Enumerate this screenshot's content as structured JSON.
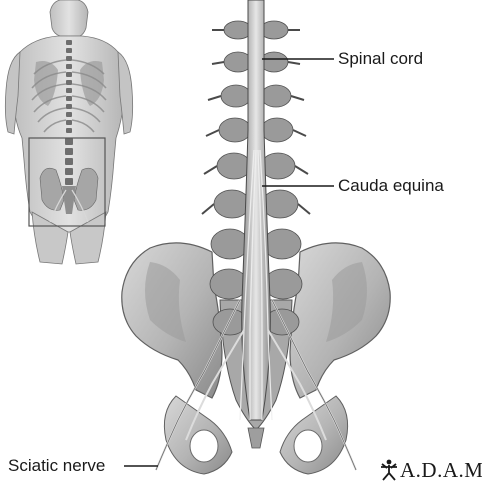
{
  "labels": {
    "spinal_cord": "Spinal cord",
    "cauda_equina": "Cauda equina",
    "sciatic_nerve": "Sciatic nerve"
  },
  "logo": {
    "text": "A.D.A.M.",
    "icon": "adam-figure-icon"
  },
  "colors": {
    "background": "#ffffff",
    "bone": "#bdbdbd",
    "bone_shadow": "#7a7a7a",
    "nerve": "#d6d6d6",
    "outline": "#555555",
    "leader_line": "#1a1a1a"
  }
}
